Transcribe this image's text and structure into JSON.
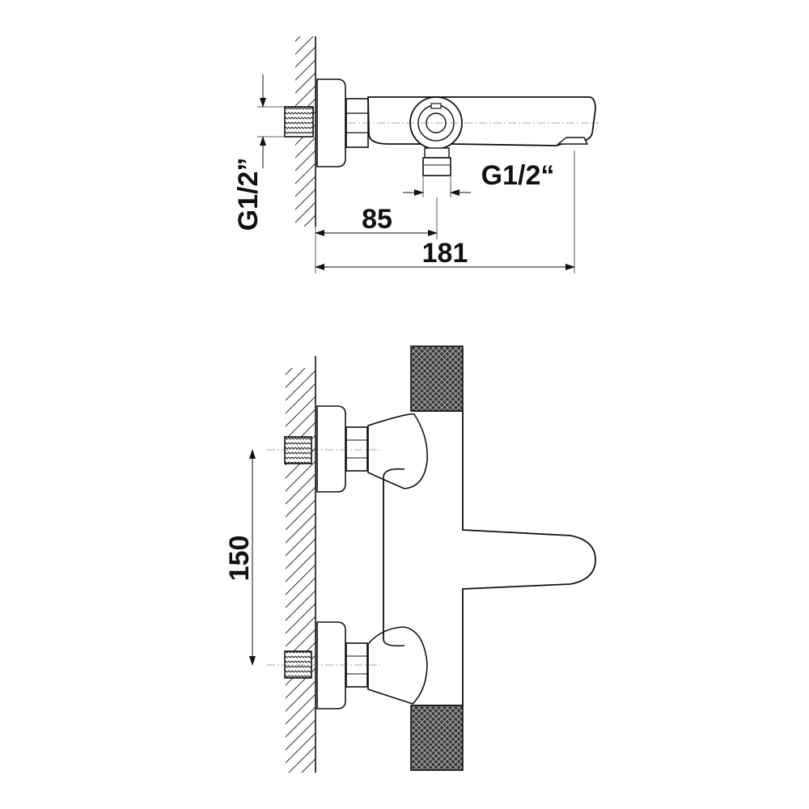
{
  "dimensions": {
    "side_thread_vertical": "G1/2”",
    "side_thread_outlet": "G1/2“",
    "side_length_85": "85",
    "side_length_181": "181",
    "front_spacing_150": "150"
  },
  "colors": {
    "line": "#111111",
    "thin": "#333333",
    "knurl_fill": "#3a3a3a",
    "background": "#ffffff"
  }
}
